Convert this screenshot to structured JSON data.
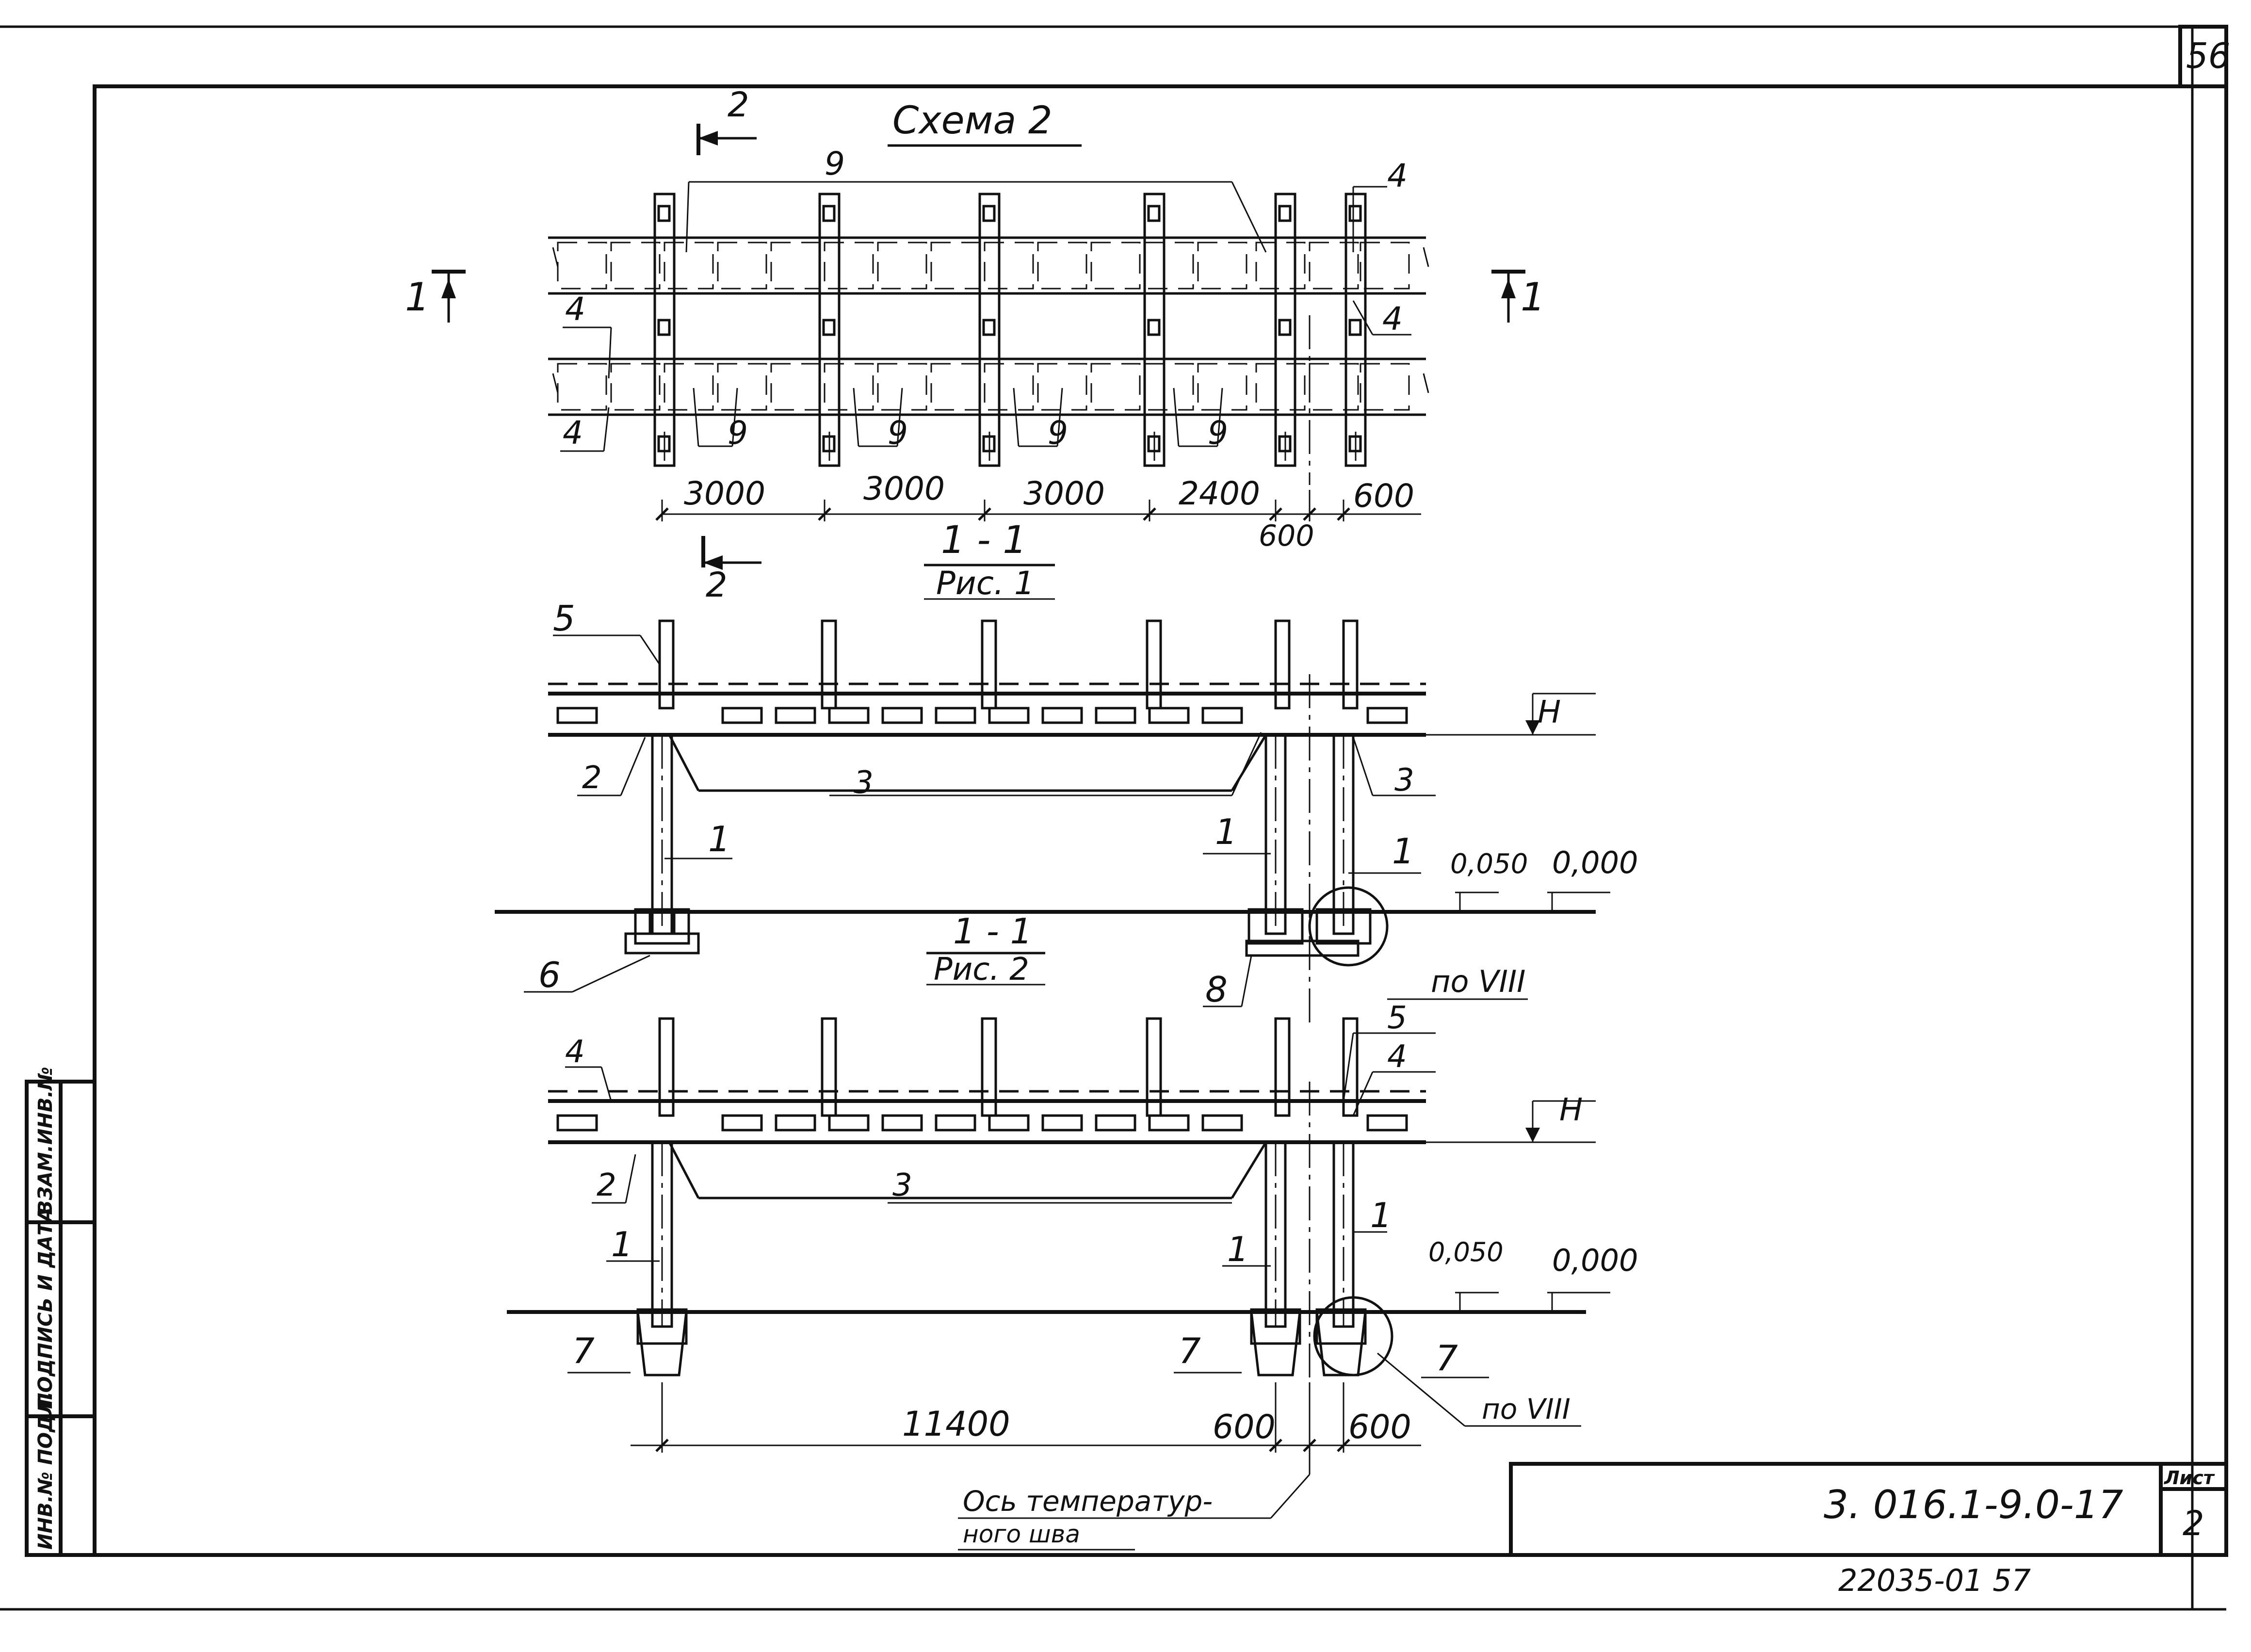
{
  "sheet": {
    "page_number": "56",
    "scheme_title": "Схема 2",
    "sheet_label": "Лист",
    "sheet_number": "2",
    "doc_code": "3. 016.1-9.0-17",
    "archive_number": "22035-01 57"
  },
  "stamp": {
    "inv_no": "ИНВ.№ ПОДЛ.",
    "sign_date": "ПОДПИСЬ И ДАТА",
    "replace_inv": "ВЗАМ.ИНВ.№"
  },
  "plan": {
    "section_1": "1",
    "section_2": "2",
    "dims": [
      "3000",
      "3000",
      "3000",
      "2400",
      "600",
      "600"
    ],
    "callout_9": "9",
    "callout_4": "4"
  },
  "section_a": {
    "title": "1 - 1",
    "subtitle": "Рис. 1",
    "h": "H",
    "level_1": "0,050",
    "level_2": "0,000",
    "detail_ref": "по VIII",
    "callouts": [
      "5",
      "2",
      "3",
      "3",
      "1",
      "1",
      "1",
      "6",
      "8"
    ]
  },
  "section_b": {
    "title": "1 - 1",
    "subtitle": "Рис. 2",
    "h": "H",
    "level_1": "0,050",
    "level_2": "0,000",
    "detail_ref": "по VIII",
    "callouts": [
      "4",
      "5",
      "4",
      "2",
      "3",
      "1",
      "1",
      "1",
      "7",
      "7",
      "7"
    ],
    "dims": [
      "11400",
      "600",
      "600"
    ],
    "axis_note_1": "Ось температур-",
    "axis_note_2": "ного шва"
  }
}
